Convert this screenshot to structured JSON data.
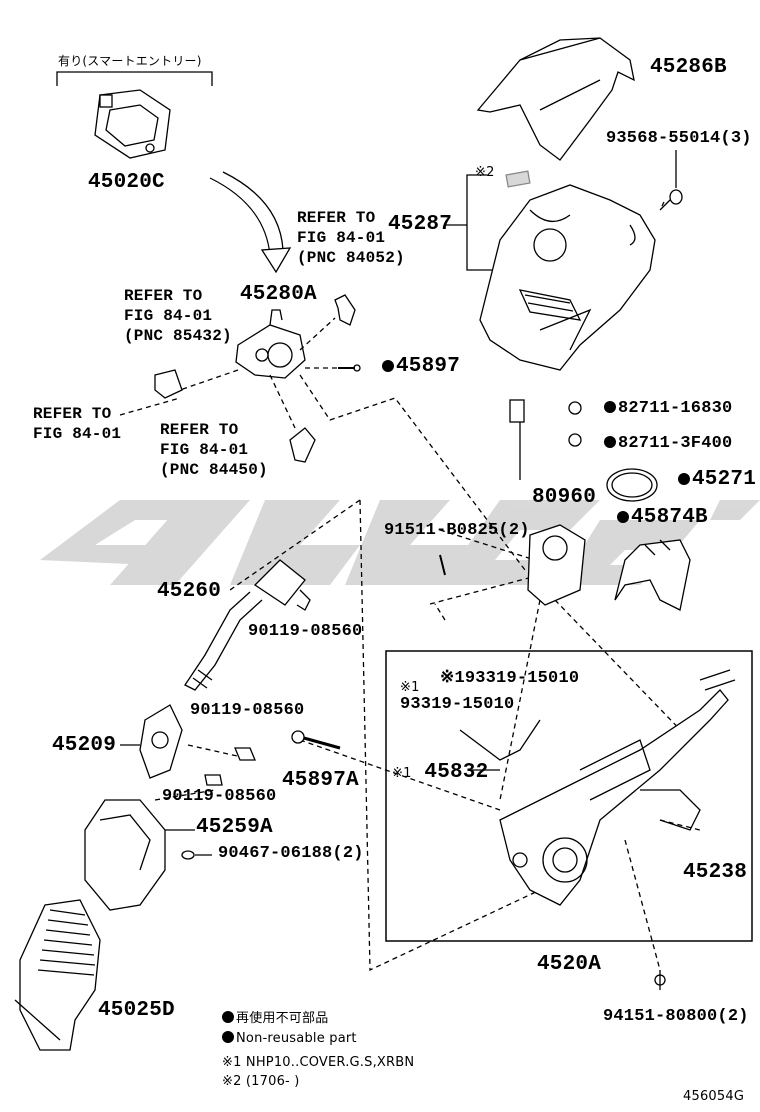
{
  "diagram": {
    "figure_number": "456054G",
    "smart_entry_header": "有り(スマートエントリー)",
    "star1": "※1",
    "star2": "※2",
    "parts": {
      "p45020C": "45020C",
      "p45286B": "45286B",
      "p93568": "93568-55014(3)",
      "p45287": "45287",
      "p45280A": "45280A",
      "p45897": "45897",
      "p82711a": "82711-16830",
      "p82711b": "82711-3F400",
      "p45271": "45271",
      "p80960": "80960",
      "p91511": "91511-B0825(2)",
      "p45874B": "45874B",
      "p45260": "45260",
      "p90119a": "90119-08560",
      "p45209": "45209",
      "p90119b": "90119-08560",
      "p90119c": "90119-08560",
      "p45897A": "45897A",
      "p193319": "※193319-15010",
      "p93319": "93319-15010",
      "p45832": "45832",
      "p45259A": "45259A",
      "p90467": "90467-06188(2)",
      "p45238": "45238",
      "p45025D": "45025D",
      "p4520A": "4520A",
      "p94151": "94151-80800(2)"
    },
    "refs": {
      "r84052": [
        "REFER TO",
        "FIG 84-01",
        "(PNC 84052)"
      ],
      "r85432": [
        "REFER TO",
        "FIG 84-01",
        "(PNC 85432)"
      ],
      "r84": [
        "REFER TO",
        "FIG 84-01"
      ],
      "r84450": [
        "REFER TO",
        "FIG 84-01",
        "(PNC 84450)"
      ]
    },
    "legend": {
      "non_reusable_jp": "再使用不可部品",
      "non_reusable_en": "Non-reusable part",
      "note1": "※1 NHP10..COVER.G.S,XRBN",
      "note2": "※2 (1706-      )"
    }
  }
}
